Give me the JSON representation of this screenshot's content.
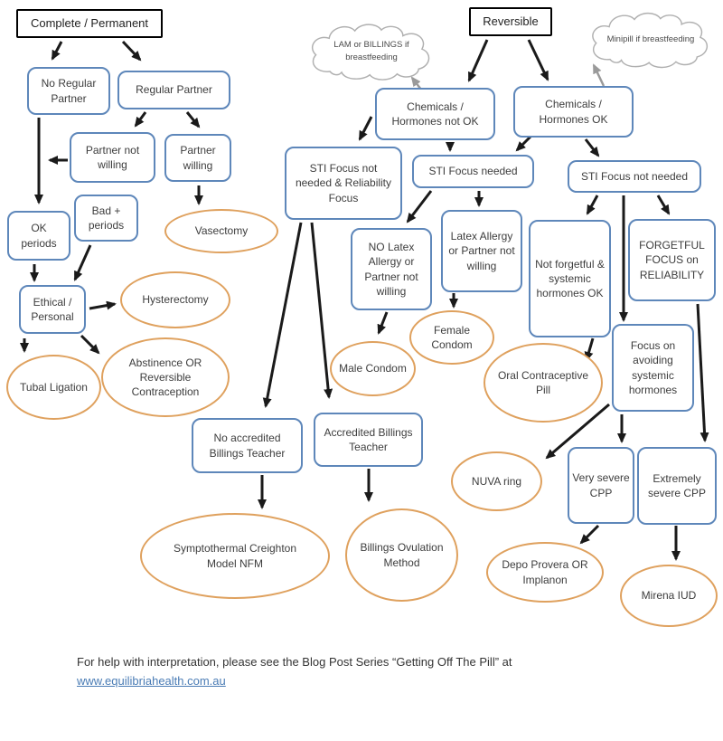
{
  "roots": {
    "complete": "Complete / Permanent",
    "reversible": "Reversible"
  },
  "clouds": {
    "lam": "LAM or BILLINGS if breastfeeding",
    "minipill": "Minipill if breastfeeding"
  },
  "decisions": {
    "no_regular_partner": "No Regular Partner",
    "regular_partner": "Regular Partner",
    "partner_not_willing": "Partner not willing",
    "partner_willing": "Partner willing",
    "ok_periods": "OK periods",
    "bad_periods": "Bad + periods",
    "ethical_personal": "Ethical / Personal",
    "chemicals_not_ok": "Chemicals / Hormones not OK",
    "chemicals_ok": "Chemicals / Hormones OK",
    "sti_not_needed_reliability": "STI Focus not needed & Reliability Focus",
    "sti_needed": "STI Focus needed",
    "sti_not_needed": "STI Focus not needed",
    "no_latex": "NO Latex Allergy or Partner not willing",
    "latex": "Latex Allergy or Partner not willing",
    "not_forgetful": "Not forgetful & systemic hormones OK",
    "forgetful": "FORGETFUL FOCUS on RELIABILITY",
    "focus_avoiding": "Focus on avoiding systemic hormones",
    "no_accredited": "No accredited Billings Teacher",
    "accredited": "Accredited Billings Teacher",
    "very_severe": "Very severe CPP",
    "extremely_severe": "Extremely severe CPP"
  },
  "outcomes": {
    "vasectomy": "Vasectomy",
    "hysterectomy": "Hysterectomy",
    "tubal_ligation": "Tubal Ligation",
    "abstinence": "Abstinence OR Reversible Contraception",
    "male_condom": "Male Condom",
    "female_condom": "Female Condom",
    "oral_pill": "Oral Contraceptive Pill",
    "nuva_ring": "NUVA ring",
    "symptothermal": "Symptothermal Creighton Model NFM",
    "billings_ovulation": "Billings Ovulation Method",
    "depo_implanon": "Depo Provera OR Implanon",
    "mirena": "Mirena IUD"
  },
  "footer": {
    "text": "For help with interpretation, please see the Blog Post Series “Getting Off The Pill” at",
    "link": "www.equilibriahealth.com.au"
  },
  "colors": {
    "decision_border": "#5e87ba",
    "outcome_border": "#dfa15e",
    "root_border": "#000000",
    "arrow": "#1a1a1a",
    "gray_arrow": "#9a9a9a",
    "link": "#4a7cb5"
  }
}
